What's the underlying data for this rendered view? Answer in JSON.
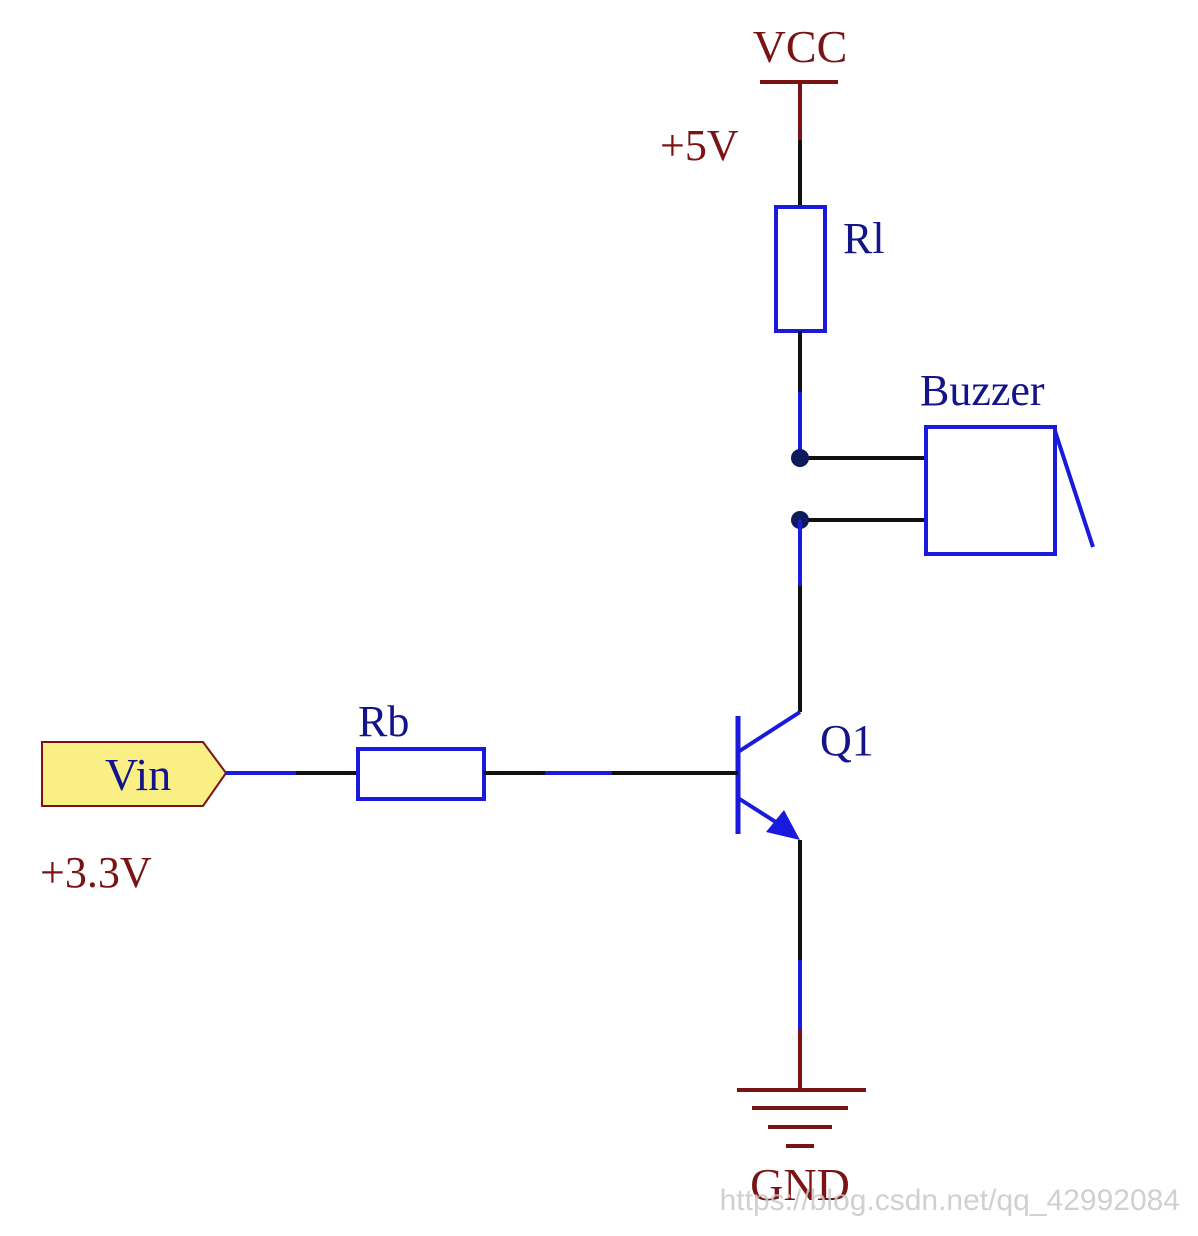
{
  "colors": {
    "wire": "#111111",
    "component": "#1a1adc",
    "supply_text": "#7a1414",
    "component_text": "#13138a",
    "input_port_fill": "#f9ef85",
    "input_port_stroke": "#7a1414",
    "junction": "#0e1a5a",
    "watermark": "#c8c8c8"
  },
  "power": {
    "vcc_label": "VCC",
    "vcc_voltage": "+5V",
    "gnd_label": "GND"
  },
  "components": {
    "r1_label": "Rl",
    "buzzer_label": "Buzzer",
    "rb_label": "Rb",
    "q1_label": "Q1"
  },
  "input": {
    "port_label": "Vin",
    "voltage": "+3.3V"
  },
  "watermark": "https://blog.csdn.net/qq_42992084"
}
